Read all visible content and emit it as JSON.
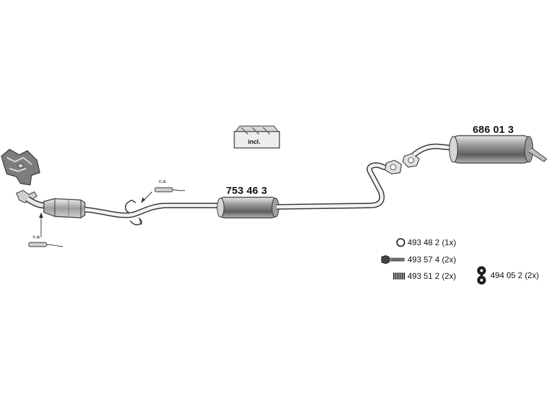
{
  "parts": {
    "front_muffler": {
      "number": "753 46 3"
    },
    "rear_muffler": {
      "number": "686 01 3"
    }
  },
  "sensors": {
    "upper": {
      "note": "n.a."
    },
    "lower": {
      "note": "n.a."
    }
  },
  "mounting_kit": {
    "label": "incl."
  },
  "accessories": [
    {
      "code": "493 48 2",
      "qty": "(1x)",
      "icon": "ring-gasket-icon"
    },
    {
      "code": "493 57 4",
      "qty": "(2x)",
      "icon": "bolt-icon"
    },
    {
      "code": "493 51 2",
      "qty": "(2x)",
      "icon": "spring-icon"
    },
    {
      "code": "494 05 2",
      "qty": "(2x)",
      "icon": "rubber-hanger-icon"
    }
  ],
  "colors": {
    "line": "#333333",
    "shade": "#8a8a8a",
    "light": "#c9c9c9"
  }
}
